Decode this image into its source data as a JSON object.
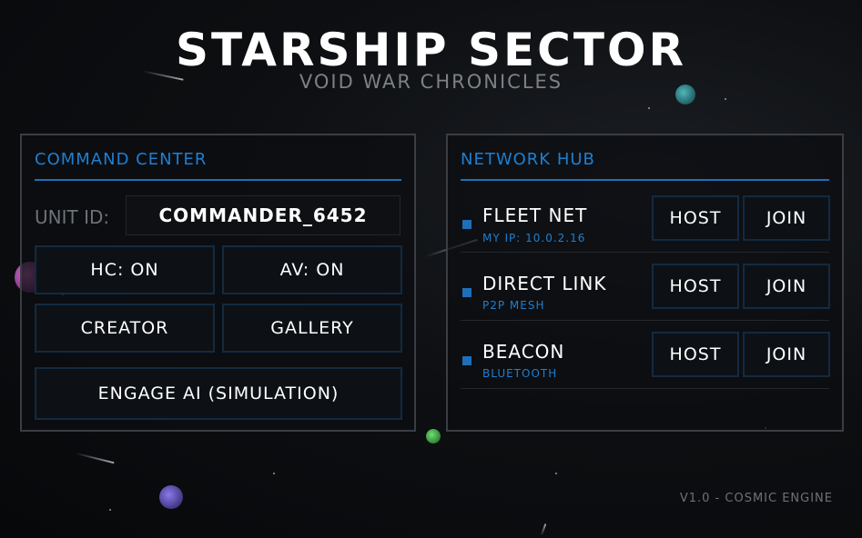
{
  "game": {
    "title": "STARSHIP SECTOR",
    "subtitle": "VOID WAR CHRONICLES"
  },
  "command_center": {
    "heading": "COMMAND CENTER",
    "unit_id_label": "UNIT ID:",
    "unit_id_value": "COMMANDER_6452",
    "buttons": {
      "hc": "HC: ON",
      "av": "AV: ON",
      "creator": "CREATOR",
      "gallery": "GALLERY",
      "engage": "ENGAGE AI (SIMULATION)"
    }
  },
  "network_hub": {
    "heading": "NETWORK HUB",
    "rows": [
      {
        "name": "FLEET NET",
        "sub": "MY IP: 10.0.2.16",
        "host": "HOST",
        "join": "JOIN"
      },
      {
        "name": "DIRECT LINK",
        "sub": "P2P MESH",
        "host": "HOST",
        "join": "JOIN"
      },
      {
        "name": "BEACON",
        "sub": "BLUETOOTH",
        "host": "HOST",
        "join": "JOIN"
      }
    ]
  },
  "footer": {
    "version": "V1.0 - COSMIC ENGINE"
  },
  "colors": {
    "accent": "#1e7fd0",
    "panel_border": "#3a3e44",
    "background": "#0d0f12"
  }
}
